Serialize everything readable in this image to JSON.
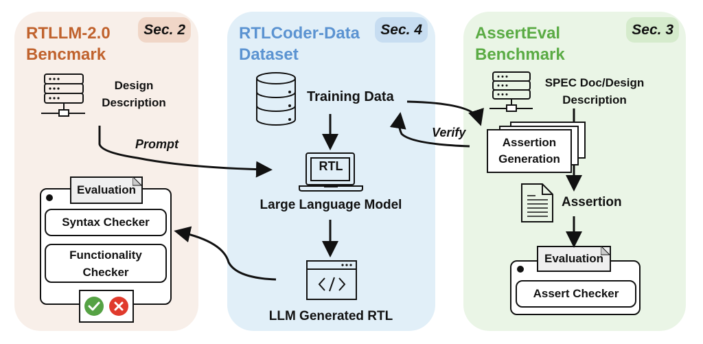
{
  "panels": {
    "left": {
      "title": "RTLLM-2.0\nBencmark",
      "section": "Sec. 2",
      "design_description": "Design\nDescription",
      "evaluation_tab": "Evaluation",
      "syntax_checker": "Syntax Checker",
      "functionality_checker": "Functionality\nChecker",
      "result_icons": [
        "check-pass-icon",
        "fail-x-icon"
      ]
    },
    "middle": {
      "title": "RTLCoder-Data\nDataset",
      "section": "Sec. 4",
      "training_data": "Training Data",
      "laptop_screen_text": "RTL",
      "llm_label": "Large Language Model",
      "generated_label": "LLM Generated RTL"
    },
    "right": {
      "title": "AssertEval\nBenchmark",
      "section": "Sec. 3",
      "spec_label": "SPEC Doc/Design\nDescription",
      "assertion_generation": "Assertion\nGeneration",
      "assertion_label": "Assertion",
      "evaluation_tab": "Evaluation",
      "assert_checker": "Assert Checker"
    }
  },
  "edges": {
    "prompt_label": "Prompt",
    "verify_label": "Verify"
  },
  "colors": {
    "left_panel": "#f8efe9",
    "middle_panel": "#e1eff8",
    "right_panel": "#eaf5e6",
    "left_title": "#c0622d",
    "middle_title": "#5b93d1",
    "right_title": "#5aab44",
    "pass_green": "#55a244",
    "fail_red": "#e03a2c"
  }
}
